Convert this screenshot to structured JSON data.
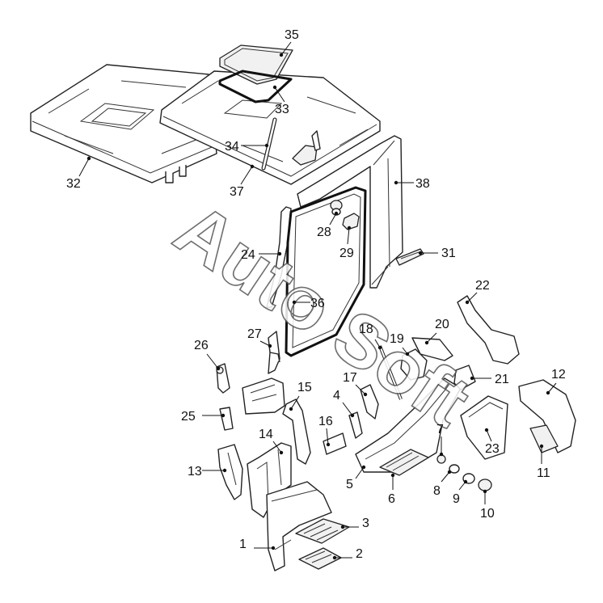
{
  "diagram": {
    "watermark": "Auto Soft",
    "callouts": [
      {
        "id": "c1",
        "label": "1"
      },
      {
        "id": "c2",
        "label": "2"
      },
      {
        "id": "c3",
        "label": "3"
      },
      {
        "id": "c4",
        "label": "4"
      },
      {
        "id": "c5",
        "label": "5"
      },
      {
        "id": "c6",
        "label": "6"
      },
      {
        "id": "c7",
        "label": "7"
      },
      {
        "id": "c8",
        "label": "8"
      },
      {
        "id": "c9",
        "label": "9"
      },
      {
        "id": "c10",
        "label": "10"
      },
      {
        "id": "c11",
        "label": "11"
      },
      {
        "id": "c12",
        "label": "12"
      },
      {
        "id": "c13",
        "label": "13"
      },
      {
        "id": "c14",
        "label": "14"
      },
      {
        "id": "c15",
        "label": "15"
      },
      {
        "id": "c16",
        "label": "16"
      },
      {
        "id": "c17",
        "label": "17"
      },
      {
        "id": "c18",
        "label": "18"
      },
      {
        "id": "c19",
        "label": "19"
      },
      {
        "id": "c20",
        "label": "20"
      },
      {
        "id": "c21",
        "label": "21"
      },
      {
        "id": "c22",
        "label": "22"
      },
      {
        "id": "c23",
        "label": "23"
      },
      {
        "id": "c24",
        "label": "24"
      },
      {
        "id": "c25",
        "label": "25"
      },
      {
        "id": "c26",
        "label": "26"
      },
      {
        "id": "c27",
        "label": "27"
      },
      {
        "id": "c28",
        "label": "28"
      },
      {
        "id": "c29",
        "label": "29"
      },
      {
        "id": "c31",
        "label": "31"
      },
      {
        "id": "c32",
        "label": "32"
      },
      {
        "id": "c33",
        "label": "33"
      },
      {
        "id": "c34",
        "label": "34"
      },
      {
        "id": "c35",
        "label": "35"
      },
      {
        "id": "c36",
        "label": "36"
      },
      {
        "id": "c37",
        "label": "37"
      },
      {
        "id": "c38",
        "label": "38"
      }
    ]
  }
}
